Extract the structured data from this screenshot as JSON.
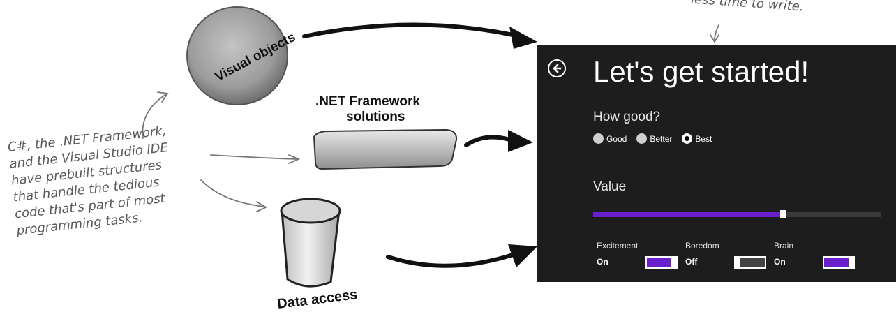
{
  "annotations": {
    "top_note": "less time to write.",
    "side_note_lines": [
      "C#, the .NET Framework,",
      "and the Visual Studio IDE",
      "have prebuilt structures",
      "that handle the tedious",
      "code that's part of most",
      "programming tasks."
    ]
  },
  "sketch_labels": {
    "visual_objects": "Visual objects",
    "net_framework_line1": ".NET Framework",
    "net_framework_line2": "solutions",
    "data_access": "Data access"
  },
  "app": {
    "title": "Let's get started!",
    "back_icon": "back-arrow-icon",
    "question_label": "How good?",
    "radio_options": [
      {
        "label": "Good",
        "selected": false
      },
      {
        "label": "Better",
        "selected": false
      },
      {
        "label": "Best",
        "selected": true
      }
    ],
    "value_label": "Value",
    "slider_value": 0.65,
    "toggles": [
      {
        "header": "Excitement",
        "state": "On",
        "on": true
      },
      {
        "header": "Boredom",
        "state": "Off",
        "on": false
      },
      {
        "header": "Brain",
        "state": "On",
        "on": true
      }
    ],
    "colors": {
      "background": "#1d1d1d",
      "accent": "#6a1fcc"
    }
  }
}
